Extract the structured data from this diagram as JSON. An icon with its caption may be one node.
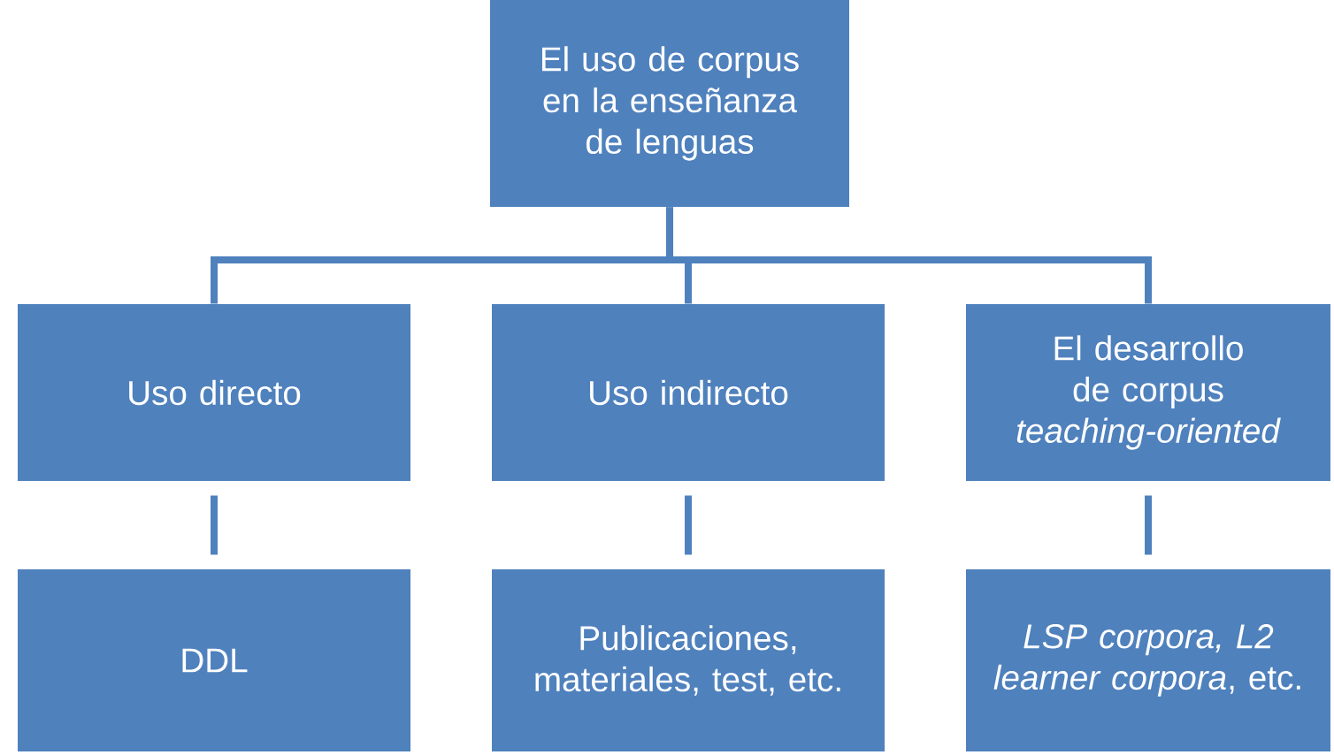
{
  "diagram": {
    "nodes": [
      {
        "text": [
          "El uso de corpus en la enseñanza de lenguas"
        ]
      },
      {
        "text": [
          "Uso directo"
        ]
      },
      {
        "text": [
          "Uso indirecto"
        ]
      },
      {
        "text": [
          "El desarrollo de corpus *teaching-oriented*"
        ]
      },
      {
        "text": [
          "DDL"
        ]
      },
      {
        "text": [
          "Publicaciones, materiales, test, etc."
        ]
      },
      {
        "text": [
          "*LSP corpora, L2 learner corpora*, etc."
        ]
      }
    ],
    "edges": [
      {
        "from": 0,
        "to": 1,
        "arrow": "none"
      },
      {
        "from": 0,
        "to": 2,
        "arrow": "none"
      },
      {
        "from": 0,
        "to": 3,
        "arrow": "none"
      },
      {
        "from": 1,
        "to": 4,
        "arrow": "none"
      },
      {
        "from": 2,
        "to": 5,
        "arrow": "none"
      },
      {
        "from": 3,
        "to": 6,
        "arrow": "none"
      }
    ]
  }
}
